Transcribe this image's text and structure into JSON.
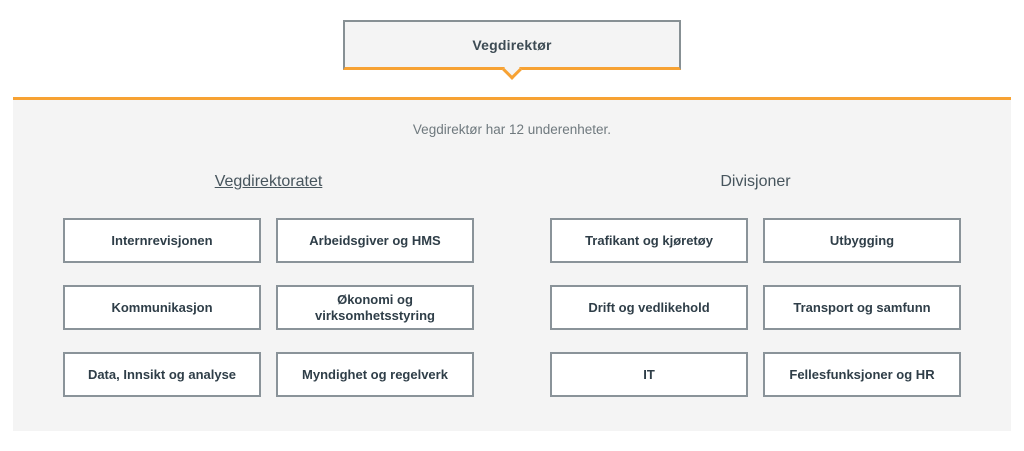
{
  "root": {
    "label": "Vegdirektør"
  },
  "intro": "Vegdirektør har 12 underenheter.",
  "groups": [
    {
      "title": "Vegdirektoratet",
      "items": [
        "Internrevisjonen",
        "Arbeidsgiver og HMS",
        "Kommunikasjon",
        "Økonomi og virksomhetsstyring",
        "Data, Innsikt og analyse",
        "Myndighet og regelverk"
      ]
    },
    {
      "title": "Divisjoner",
      "items": [
        "Trafikant og kjøretøy",
        "Utbygging",
        "Drift og vedlikehold",
        "Transport og samfunn",
        "IT",
        "Fellesfunksjoner og HR"
      ]
    }
  ],
  "colors": {
    "accent_orange": "#F7A233",
    "panel_bg": "#F4F4F4",
    "box_border": "#8A9399",
    "box_text": "#2F3E48",
    "muted_text": "#6F797E"
  }
}
